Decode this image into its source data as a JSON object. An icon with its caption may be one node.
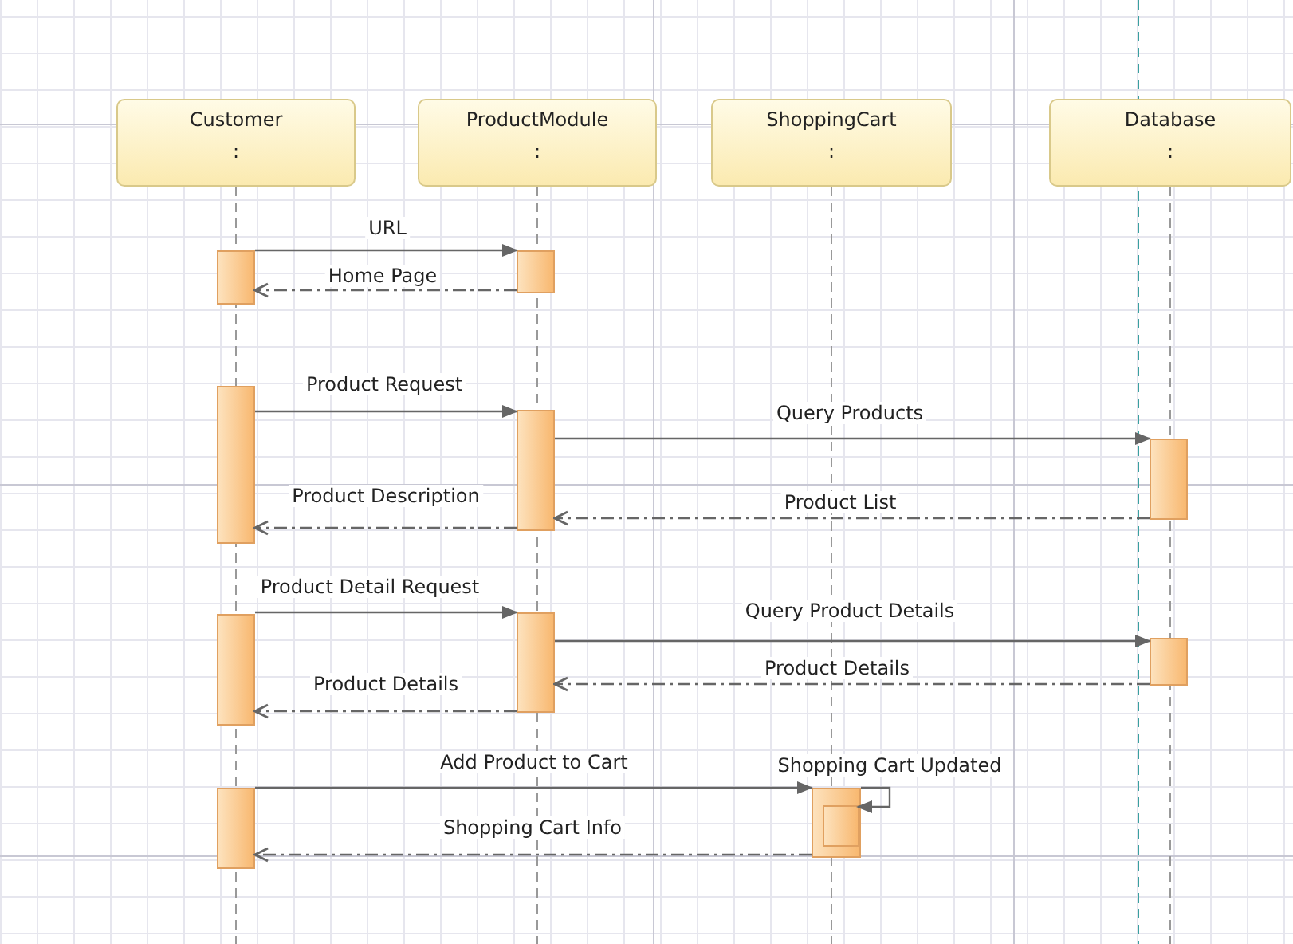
{
  "diagram": {
    "nodes": [
      {
        "text": [
          "Customer",
          ":"
        ]
      },
      {
        "text": [
          "ProductModule",
          ":"
        ]
      },
      {
        "text": [
          "ShoppingCart",
          ":"
        ]
      },
      {
        "text": [
          "Database",
          ":"
        ]
      },
      {
        "text": [],
        "shape": "bar"
      },
      {
        "text": [],
        "shape": "bar"
      },
      {
        "text": [],
        "shape": "bar"
      },
      {
        "text": [],
        "shape": "bar"
      },
      {
        "text": [],
        "shape": "bar"
      },
      {
        "text": [],
        "shape": "bar"
      },
      {
        "text": [],
        "shape": "bar"
      },
      {
        "text": [],
        "shape": "bar"
      },
      {
        "text": [],
        "shape": "bar"
      },
      {
        "text": [],
        "shape": "bar"
      },
      {
        "text": [],
        "shape": "bar",
        "in": 13
      }
    ],
    "edges": [
      {
        "from": 4,
        "to": 5,
        "arrow": "to",
        "label": "URL"
      },
      {
        "from": 5,
        "to": 4,
        "arrow": "to",
        "label": "Home Page",
        "style": "dashed"
      },
      {
        "from": 6,
        "to": 7,
        "arrow": "to",
        "label": "Product Request"
      },
      {
        "from": 7,
        "to": 8,
        "arrow": "to",
        "label": "Query Products"
      },
      {
        "from": 8,
        "to": 7,
        "arrow": "to",
        "label": "Product List",
        "style": "dashed"
      },
      {
        "from": 7,
        "to": 6,
        "arrow": "to",
        "label": "Product Description",
        "style": "dashed"
      },
      {
        "from": 9,
        "to": 10,
        "arrow": "to",
        "label": "Product Detail Request"
      },
      {
        "from": 10,
        "to": 11,
        "arrow": "to",
        "label": "Query Product Details"
      },
      {
        "from": 11,
        "to": 10,
        "arrow": "to",
        "label": "Product Details",
        "style": "dashed"
      },
      {
        "from": 10,
        "to": 9,
        "arrow": "to",
        "label": "Product Details",
        "style": "dashed"
      },
      {
        "from": 12,
        "to": 13,
        "arrow": "to",
        "label": "Add Product to Cart"
      },
      {
        "from": 13,
        "to": 14,
        "arrow": "to",
        "label": "Shopping Cart Updated"
      },
      {
        "from": 13,
        "to": 12,
        "arrow": "to",
        "label": "Shopping Cart Info",
        "style": "dashed"
      }
    ]
  }
}
